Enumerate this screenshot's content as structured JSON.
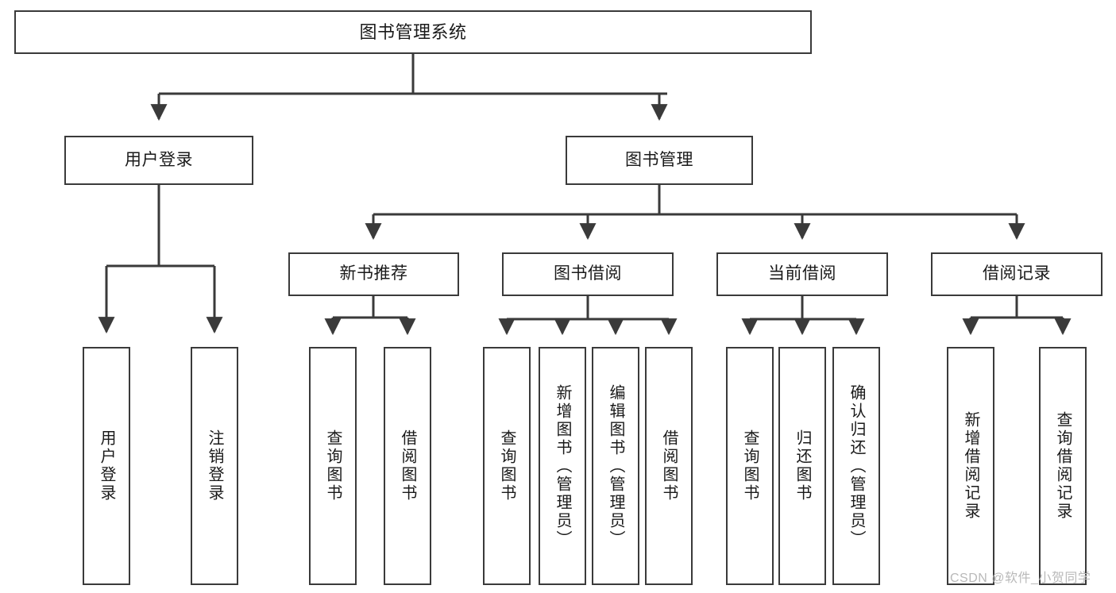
{
  "diagram": {
    "type": "tree-hierarchy-chart",
    "title": "图书管理系统",
    "colors": {
      "stroke": "#3a3a3a",
      "fill": "#ffffff",
      "text": "#1a1a1a",
      "watermark": "#b9b9b9"
    },
    "nodes": {
      "root": {
        "label": "图书管理系统",
        "level": 1
      },
      "level2": [
        {
          "id": "user-login",
          "label": "用户登录"
        },
        {
          "id": "book-management",
          "label": "图书管理"
        }
      ],
      "level3": [
        {
          "id": "new-book-recommend",
          "label": "新书推荐"
        },
        {
          "id": "book-borrow",
          "label": "图书借阅"
        },
        {
          "id": "current-borrow",
          "label": "当前借阅"
        },
        {
          "id": "borrow-record",
          "label": "借阅记录"
        }
      ],
      "leaves": {
        "user-login": [
          {
            "id": "leaf-user-login",
            "label": "用户登录"
          },
          {
            "id": "leaf-logout",
            "label": "注销登录"
          }
        ],
        "new-book-recommend": [
          {
            "id": "leaf-query-book-1",
            "label": "查询图书"
          },
          {
            "id": "leaf-borrow-book-1",
            "label": "借阅图书"
          }
        ],
        "book-borrow": [
          {
            "id": "leaf-query-book-2",
            "label": "查询图书"
          },
          {
            "id": "leaf-add-book",
            "label": "新增图书（管理员）"
          },
          {
            "id": "leaf-edit-book",
            "label": "编辑图书（管理员）"
          },
          {
            "id": "leaf-borrow-book-2",
            "label": "借阅图书"
          }
        ],
        "current-borrow": [
          {
            "id": "leaf-query-book-3",
            "label": "查询图书"
          },
          {
            "id": "leaf-return-book",
            "label": "归还图书"
          },
          {
            "id": "leaf-confirm-return",
            "label": "确认归还（管理员）"
          }
        ],
        "borrow-record": [
          {
            "id": "leaf-add-record",
            "label": "新增借阅记录"
          },
          {
            "id": "leaf-query-record",
            "label": "查询借阅记录"
          }
        ]
      }
    },
    "watermark": "CSDN @软件_小贺同学"
  }
}
